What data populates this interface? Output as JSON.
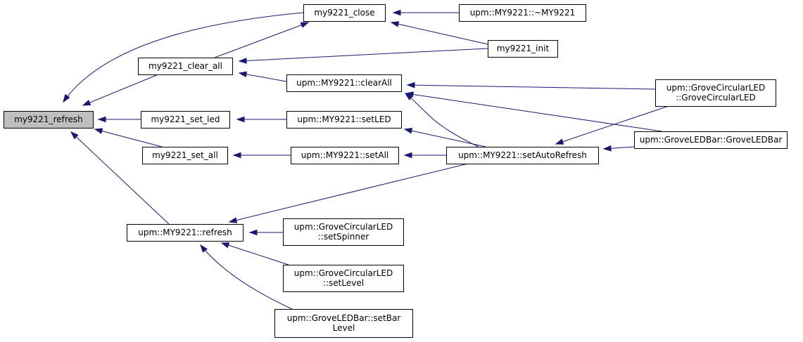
{
  "graph": {
    "nodes": [
      {
        "id": "my9221_refresh",
        "lines": [
          "my9221_refresh"
        ],
        "root": true
      },
      {
        "id": "my9221_close",
        "lines": [
          "my9221_close"
        ]
      },
      {
        "id": "MY9221_destructor",
        "lines": [
          "upm::MY9221::~MY9221"
        ]
      },
      {
        "id": "my9221_init",
        "lines": [
          "my9221_init"
        ]
      },
      {
        "id": "my9221_clear_all",
        "lines": [
          "my9221_clear_all"
        ]
      },
      {
        "id": "MY9221_clearAll",
        "lines": [
          "upm::MY9221::clearAll"
        ]
      },
      {
        "id": "GroveCircularLED_ctor",
        "lines": [
          "upm::GroveCircularLED",
          "::GroveCircularLED"
        ]
      },
      {
        "id": "GroveLEDBar_ctor",
        "lines": [
          "upm::GroveLEDBar::GroveLEDBar"
        ]
      },
      {
        "id": "my9221_set_led",
        "lines": [
          "my9221_set_led"
        ]
      },
      {
        "id": "MY9221_setLED",
        "lines": [
          "upm::MY9221::setLED"
        ]
      },
      {
        "id": "my9221_set_all",
        "lines": [
          "my9221_set_all"
        ]
      },
      {
        "id": "MY9221_setAll",
        "lines": [
          "upm::MY9221::setAll"
        ]
      },
      {
        "id": "MY9221_setAutoRefresh",
        "lines": [
          "upm::MY9221::setAutoRefresh"
        ]
      },
      {
        "id": "MY9221_refresh",
        "lines": [
          "upm::MY9221::refresh"
        ]
      },
      {
        "id": "GroveCircularLED_setSpinner",
        "lines": [
          "upm::GroveCircularLED",
          "::setSpinner"
        ]
      },
      {
        "id": "GroveCircularLED_setLevel",
        "lines": [
          "upm::GroveCircularLED",
          "::setLevel"
        ]
      },
      {
        "id": "GroveLEDBar_setBarLevel",
        "lines": [
          "upm::GroveLEDBar::setBar",
          "Level"
        ]
      }
    ],
    "edges": [
      {
        "from": "my9221_close",
        "to": "my9221_refresh"
      },
      {
        "from": "my9221_clear_all",
        "to": "my9221_refresh"
      },
      {
        "from": "my9221_set_led",
        "to": "my9221_refresh"
      },
      {
        "from": "my9221_set_all",
        "to": "my9221_refresh"
      },
      {
        "from": "MY9221_refresh",
        "to": "my9221_refresh"
      },
      {
        "from": "MY9221_destructor",
        "to": "my9221_close"
      },
      {
        "from": "my9221_init",
        "to": "my9221_close"
      },
      {
        "from": "my9221_clear_all",
        "to": "my9221_close"
      },
      {
        "from": "my9221_init",
        "to": "my9221_clear_all"
      },
      {
        "from": "MY9221_clearAll",
        "to": "my9221_clear_all"
      },
      {
        "from": "GroveCircularLED_ctor",
        "to": "MY9221_clearAll"
      },
      {
        "from": "GroveLEDBar_ctor",
        "to": "MY9221_clearAll"
      },
      {
        "from": "MY9221_setAutoRefresh",
        "to": "MY9221_clearAll"
      },
      {
        "from": "MY9221_setLED",
        "to": "my9221_set_led"
      },
      {
        "from": "MY9221_setAutoRefresh",
        "to": "MY9221_setLED"
      },
      {
        "from": "MY9221_setAll",
        "to": "my9221_set_all"
      },
      {
        "from": "MY9221_setAutoRefresh",
        "to": "MY9221_setAll"
      },
      {
        "from": "GroveCircularLED_ctor",
        "to": "MY9221_setAutoRefresh"
      },
      {
        "from": "GroveLEDBar_ctor",
        "to": "MY9221_setAutoRefresh"
      },
      {
        "from": "MY9221_setAutoRefresh",
        "to": "MY9221_refresh"
      },
      {
        "from": "GroveCircularLED_setSpinner",
        "to": "MY9221_refresh"
      },
      {
        "from": "GroveCircularLED_setLevel",
        "to": "MY9221_refresh"
      },
      {
        "from": "GroveLEDBar_setBarLevel",
        "to": "MY9221_refresh"
      }
    ]
  },
  "colors": {
    "edge": "#191970",
    "root_fill": "#bfbfbf",
    "node_fill": "#ffffff",
    "border": "#000000"
  }
}
